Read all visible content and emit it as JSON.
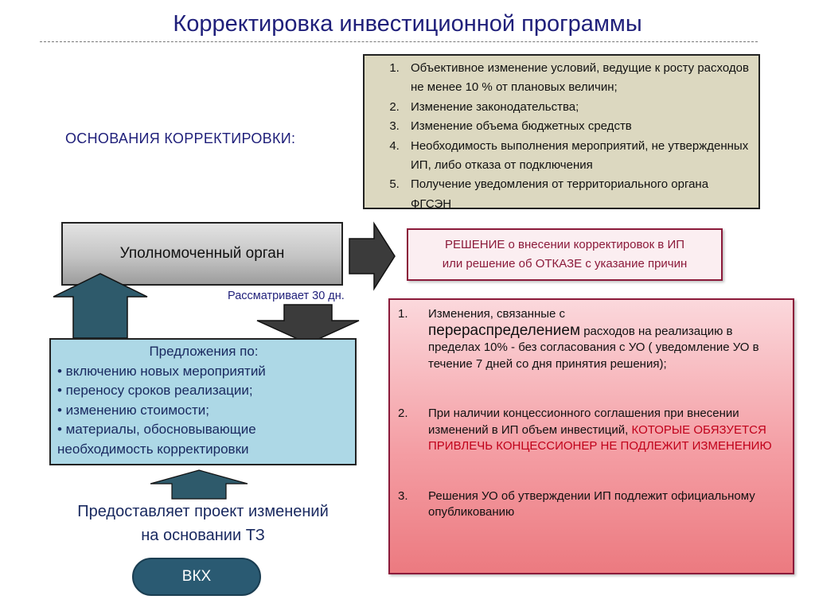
{
  "title": "Корректировка инвестиционной программы",
  "grounds": {
    "label": "ОСНОВАНИЯ  КОРРЕКТИРОВКИ:",
    "items": [
      "Объективное изменение условий, ведущие к росту расходов не менее 10 % от плановых величин;",
      "Изменение законодательства;",
      "Изменение объема бюджетных средств",
      "Необходимость выполнения мероприятий, не утвержденных ИП, либо отказа от подключения",
      "Получение уведомления от территориального органа ФГСЭН"
    ]
  },
  "authority": {
    "label": "Уполномоченный орган"
  },
  "decision": {
    "line1": "РЕШЕНИЕ о внесении корректировок в ИП",
    "line2": "или решение об ОТКАЗЕ с указание причин"
  },
  "review": {
    "text": "Рассматривает 30 дн."
  },
  "proposals": {
    "header": "Предложения по:",
    "items": [
      "•   включению новых мероприятий",
      "•   переносу сроков реализации;",
      "•  изменению стоимости;",
      "•  материалы, обосновывающие",
      "необходимость корректировки"
    ]
  },
  "cases": [
    {
      "num": "1.",
      "line1": "Изменения, связанные с",
      "emph": "перераспределением",
      "rest": " расходов на реализацию в пределах 10% - без согласования с УО ( уведомление УО в течение 7 дней со дня принятия решения);"
    },
    {
      "num": "2.",
      "text": "При наличии концессионного соглашения при внесении изменений в ИП объем инвестиций,",
      "caps": "КОТОРЫЕ ОБЯЗУЕТСЯ ПРИВЛЕЧЬ КОНЦЕССИОНЕР НЕ ПОДЛЕЖИТ ИЗМЕНЕНИЮ"
    },
    {
      "num": "3.",
      "text": "Решения УО об утверждении ИП подлежит официальному опубликованию"
    }
  ],
  "provides": {
    "line1": "Предоставляет проект изменений",
    "line2": "на основании ТЗ"
  },
  "vkh": {
    "label": "ВКХ"
  },
  "colors": {
    "title": "#1f1f7a",
    "grounds_box": "#dcd8c0",
    "proposals_box": "#add8e6",
    "decision_border": "#8b1a3a",
    "cases_gradient_top": "#fbd8dc",
    "cases_gradient_bottom": "#ec7a80",
    "up_arrow_fill": "#2e5a6b",
    "dark_arrow_fill": "#3b3b3b",
    "vkh_button": "#2a5a72"
  }
}
